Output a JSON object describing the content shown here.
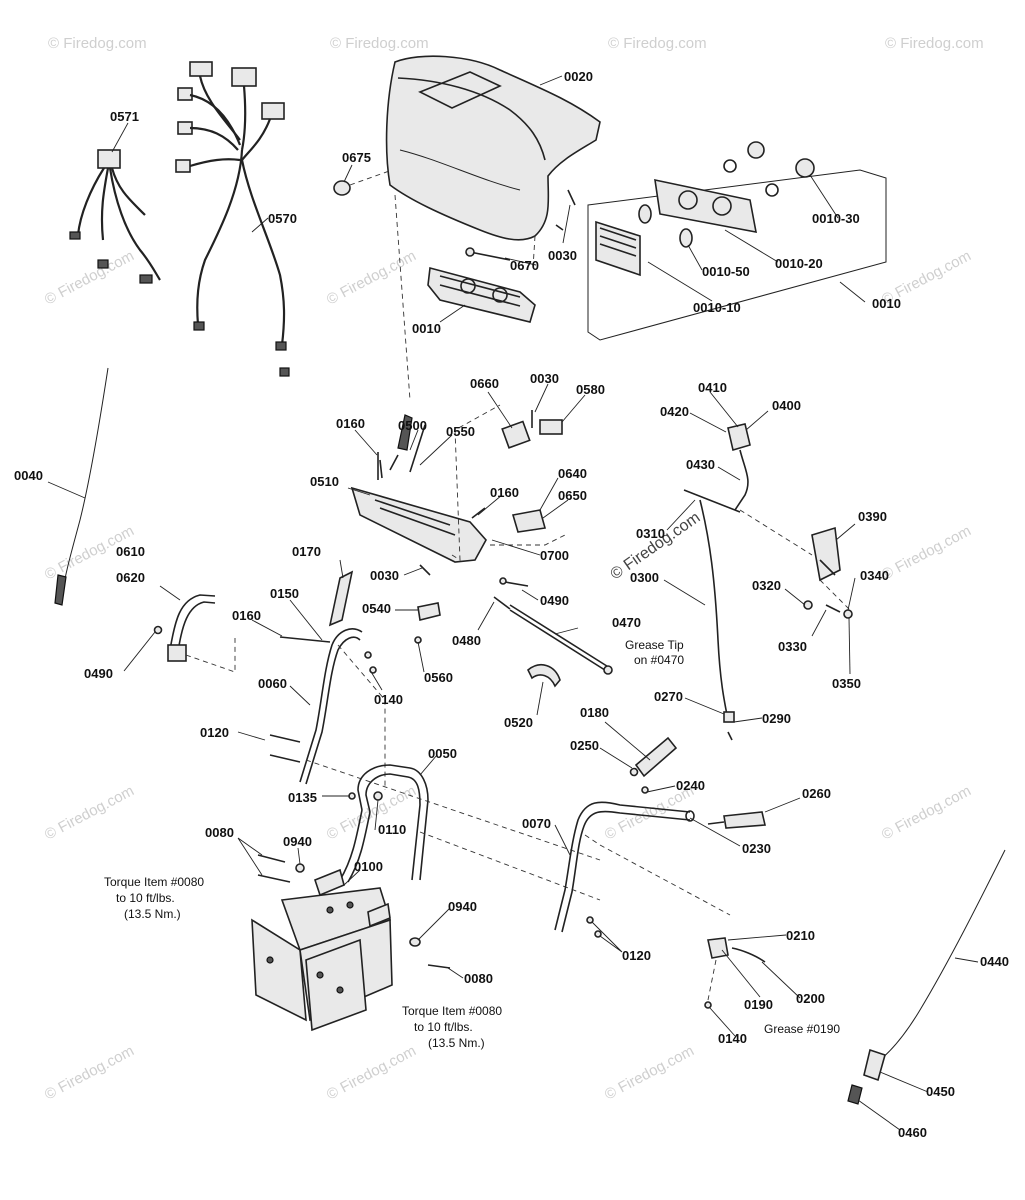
{
  "watermark": {
    "text": "© Firedog.com"
  },
  "labels": {
    "l0020": "0020",
    "l0571": "0571",
    "l0570": "0570",
    "l0675": "0675",
    "l0030a": "0030",
    "l0670": "0670",
    "l0010a": "0010",
    "l0010_30": "0010-30",
    "l0010_20": "0010-20",
    "l0010_50": "0010-50",
    "l0010_10": "0010-10",
    "l0010b": "0010",
    "l0040": "0040",
    "l0660": "0660",
    "l0030b": "0030",
    "l0580": "0580",
    "l0160a": "0160",
    "l0500": "0500",
    "l0550": "0550",
    "l0510": "0510",
    "l0160b": "0160",
    "l0640": "0640",
    "l0650": "0650",
    "l0700": "0700",
    "l0030c": "0030",
    "l0490a": "0490",
    "l0410": "0410",
    "l0420": "0420",
    "l0400": "0400",
    "l0430": "0430",
    "l0310": "0310",
    "l0390": "0390",
    "l0300": "0300",
    "l0320": "0320",
    "l0340": "0340",
    "l0330": "0330",
    "l0350": "0350",
    "l0610": "0610",
    "l0620": "0620",
    "l0170": "0170",
    "l0150": "0150",
    "l0160c": "0160",
    "l0540": "0540",
    "l0480": "0480",
    "l0470": "0470",
    "l0490b": "0490",
    "l0140a": "0140",
    "l0560": "0560",
    "l0060": "0060",
    "l0520": "0520",
    "l0270": "0270",
    "l0290": "0290",
    "l0180": "0180",
    "l0250": "0250",
    "l0240": "0240",
    "l0260": "0260",
    "l0120a": "0120",
    "l0050": "0050",
    "l0135": "0135",
    "l0110": "0110",
    "l0070": "0070",
    "l0230": "0230",
    "l0080a": "0080",
    "l0940a": "0940",
    "l0100": "0100",
    "l0940b": "0940",
    "l0120b": "0120",
    "l0210": "0210",
    "l0440": "0440",
    "l0080b": "0080",
    "l0190": "0190",
    "l0200": "0200",
    "l0140b": "0140",
    "l0450": "0450",
    "l0460": "0460"
  },
  "notes": {
    "grease_tip_1": "Grease Tip",
    "grease_tip_2": "on #0470",
    "torque1_1": "Torque Item #0080",
    "torque1_2": "to 10 ft/lbs.",
    "torque1_3": "(13.5 Nm.)",
    "torque2_1": "Torque Item #0080",
    "torque2_2": "to 10 ft/lbs.",
    "torque2_3": "(13.5 Nm.)",
    "grease_0190": "Grease #0190"
  }
}
